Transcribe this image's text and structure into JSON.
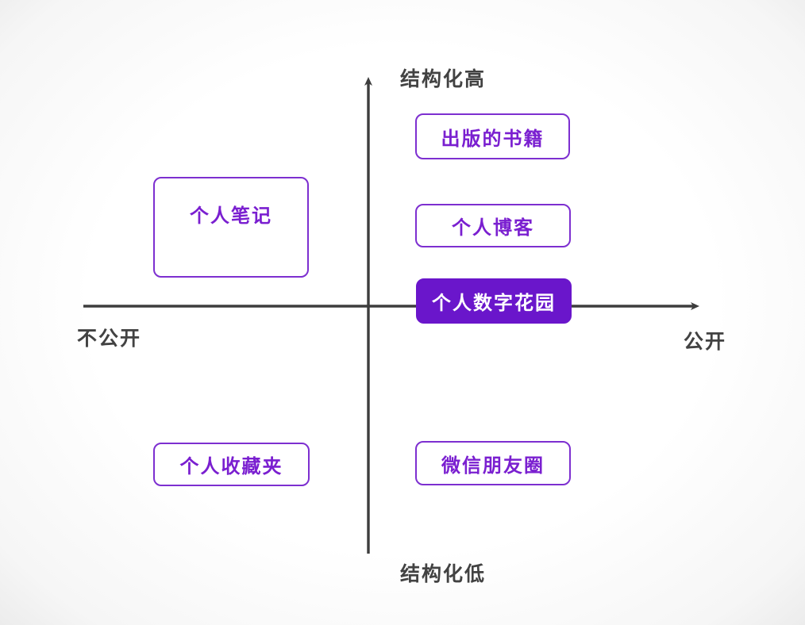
{
  "diagram": {
    "type": "quadrant-diagram",
    "axes": {
      "y_top_label": "结构化高",
      "y_bottom_label": "结构化低",
      "x_left_label": "不公开",
      "x_right_label": "公开"
    },
    "nodes": [
      {
        "id": "published-books",
        "label": "出版的书籍",
        "quadrant": "top-right",
        "variant": "outline"
      },
      {
        "id": "personal-notes",
        "label": "个人笔记",
        "quadrant": "top-left",
        "variant": "outline"
      },
      {
        "id": "personal-blog",
        "label": "个人博客",
        "quadrant": "top-right",
        "variant": "outline"
      },
      {
        "id": "digital-garden",
        "label": "个人数字花园",
        "quadrant": "on-x-axis-right",
        "variant": "filled"
      },
      {
        "id": "personal-favorites",
        "label": "个人收藏夹",
        "quadrant": "bottom-left",
        "variant": "outline"
      },
      {
        "id": "wechat-moments",
        "label": "微信朋友圈",
        "quadrant": "bottom-right",
        "variant": "outline"
      }
    ],
    "colors": {
      "axis": "#3d3d3d",
      "label": "#424242",
      "box_border": "#7d2fd0",
      "box_text": "#7a1fd0",
      "filled_bg": "#6a16cb",
      "filled_text": "#ffffff"
    }
  }
}
